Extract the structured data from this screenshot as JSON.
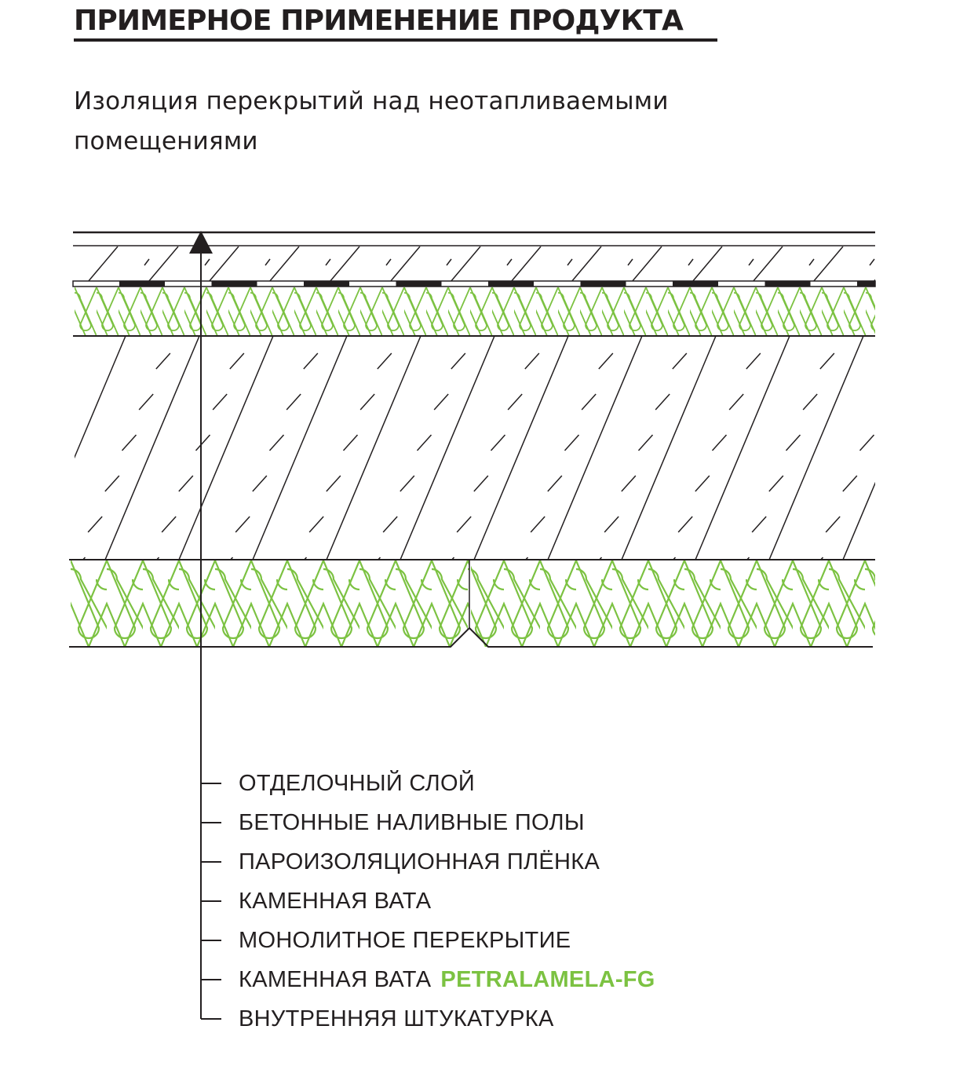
{
  "header": {
    "title": "ПРИМЕРНОЕ ПРИМЕНЕНИЕ ПРОДУКТА",
    "subtitle_lines": [
      "Изоляция перекрытий над неотапливаемыми",
      "помещениями"
    ]
  },
  "legend": {
    "items": [
      {
        "label": "ОТДЕЛОЧНЫЙ СЛОЙ"
      },
      {
        "label": "БЕТОННЫЕ НАЛИВНЫЕ ПОЛЫ"
      },
      {
        "label": "ПАРОИЗОЛЯЦИОННАЯ ПЛЁНКА"
      },
      {
        "label": "КАМЕННАЯ ВАТА"
      },
      {
        "label": "МОНОЛИТНОЕ ПЕРЕКРЫТИЕ"
      },
      {
        "label": "КАМЕННАЯ ВАТА",
        "product": "PETRALAMELA-FG"
      },
      {
        "label": "ВНУТРЕННЯЯ ШТУКАТУРКА"
      }
    ]
  },
  "colors": {
    "ink": "#231f20",
    "insulation": "#7cc242",
    "product_accent": "#7cc242"
  },
  "icons": {
    "leader_top": "triangle-arrow-icon",
    "insulation_fill": "wool-loop-pattern"
  }
}
